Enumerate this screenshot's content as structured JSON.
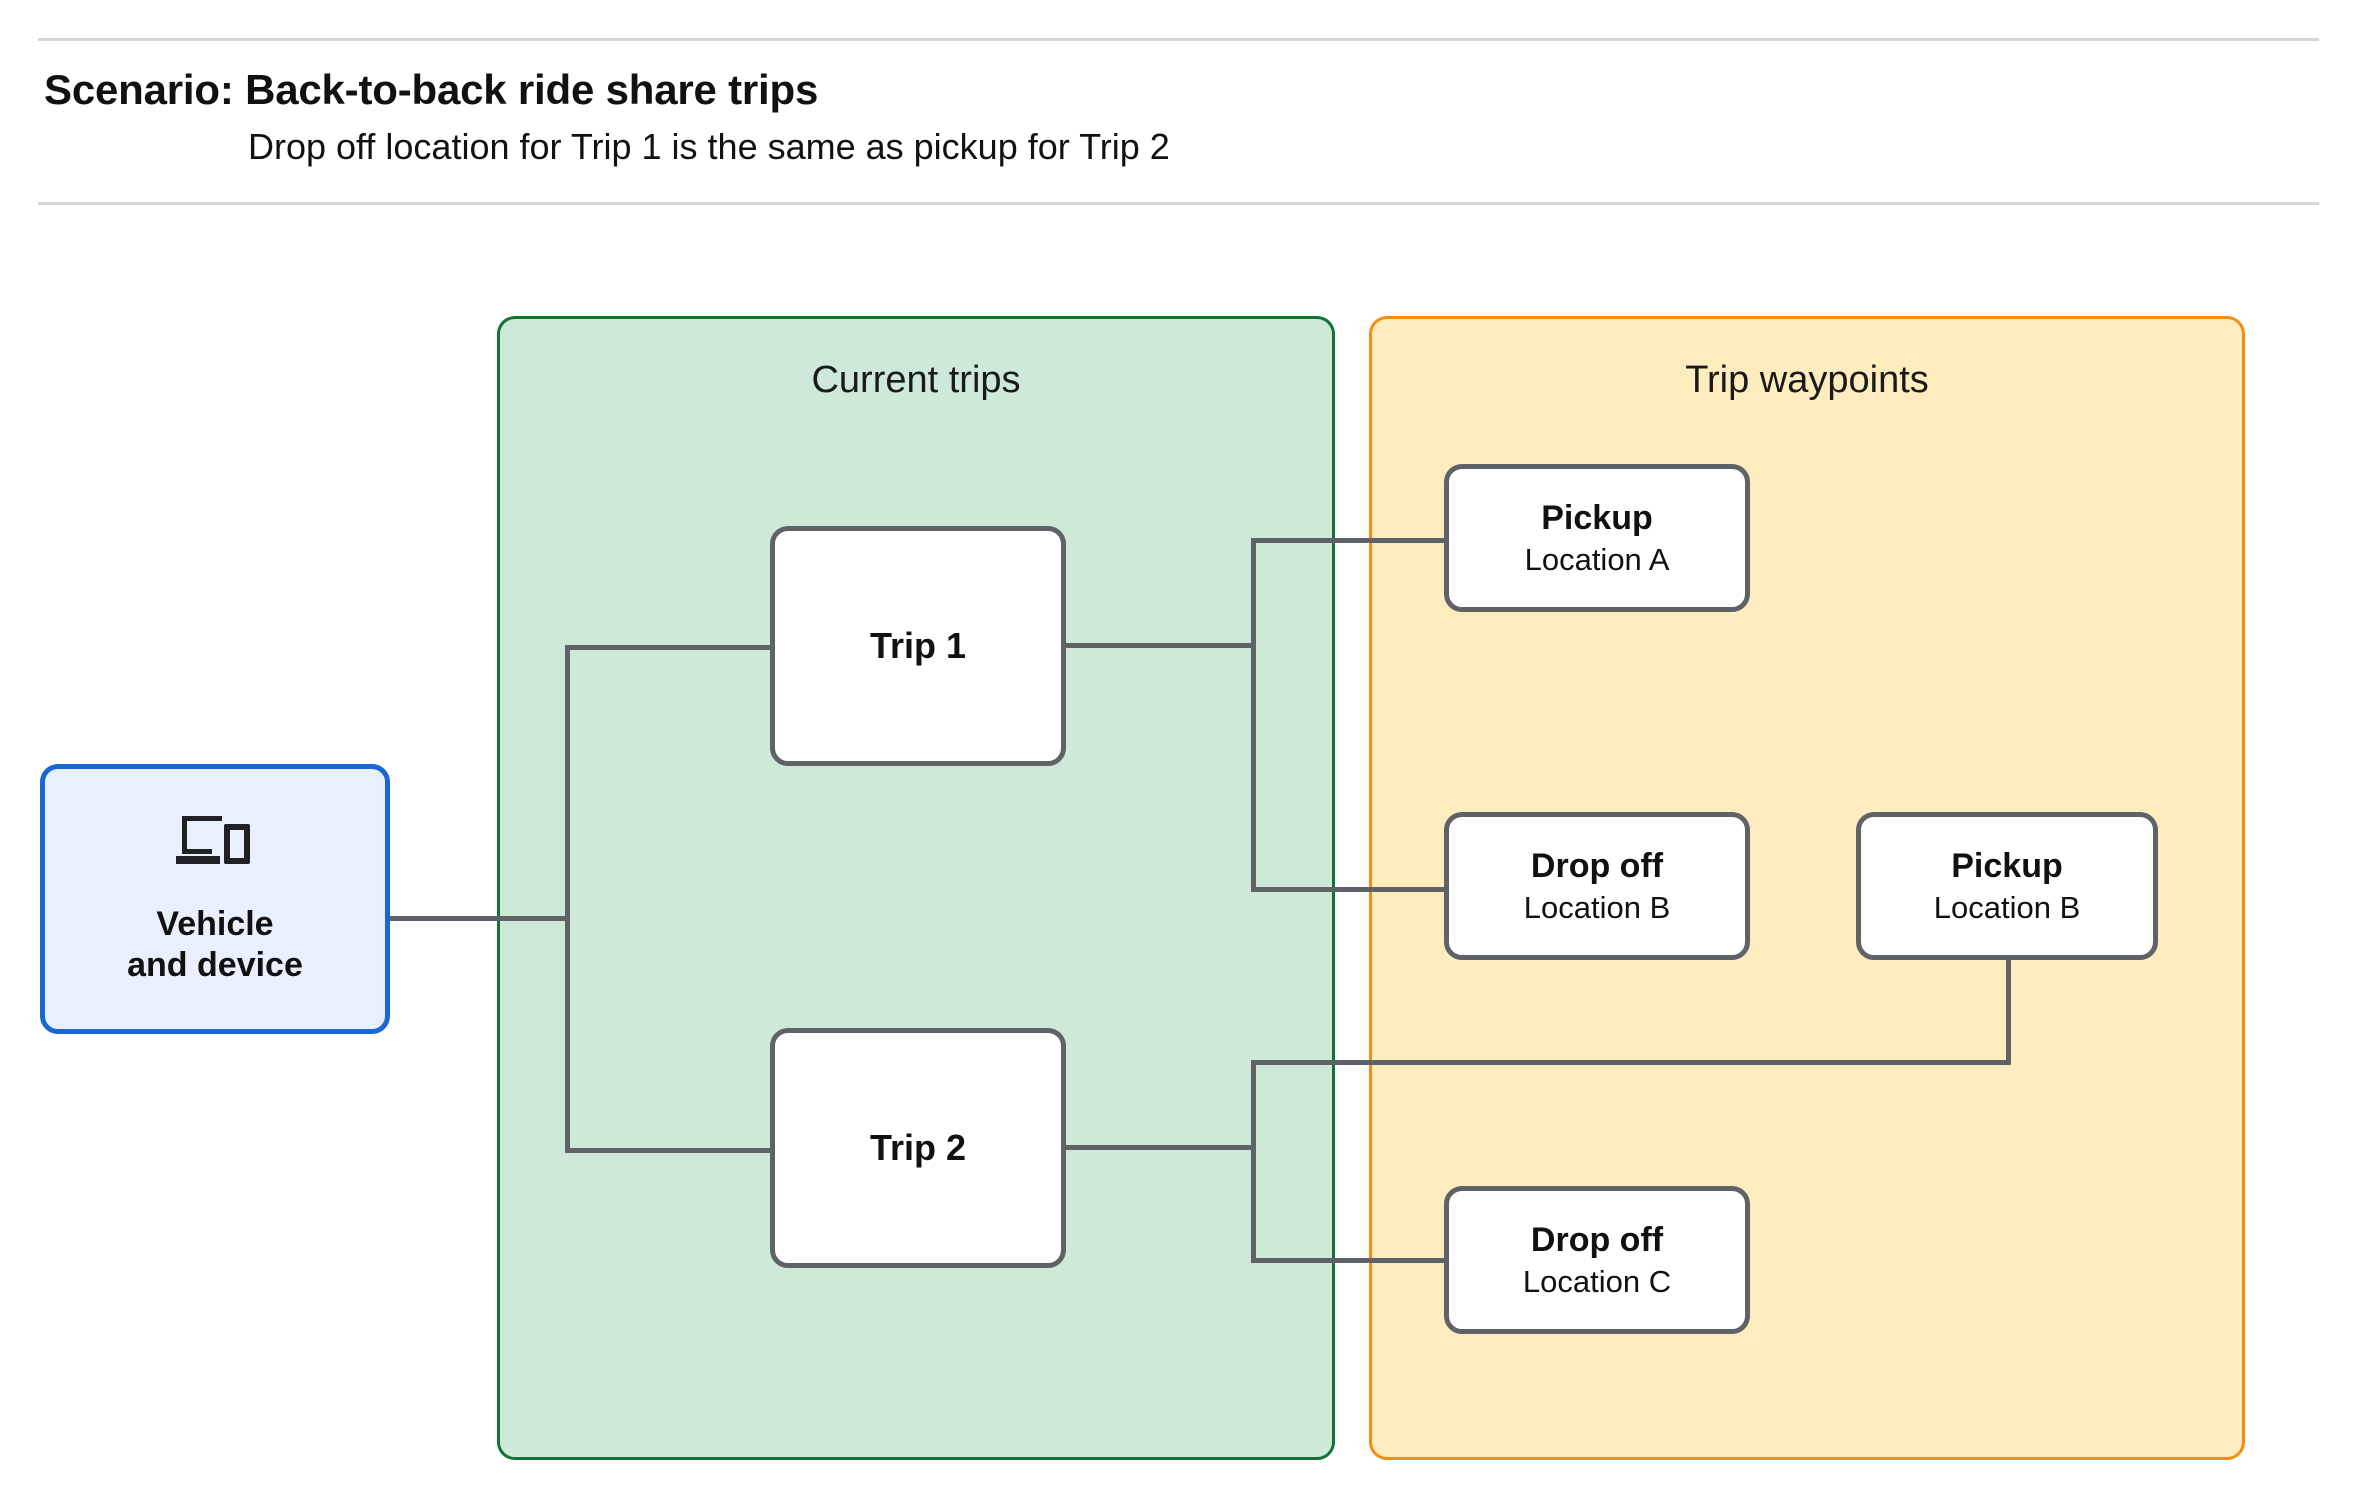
{
  "header": {
    "title": "Scenario: Back-to-back ride share trips",
    "subtitle": "Drop off  location for Trip 1 is the same as pickup for Trip 2"
  },
  "groups": {
    "current_trips": {
      "title": "Current trips",
      "fill": "#cee9d7",
      "border": "#137333"
    },
    "trip_waypoints": {
      "title": "Trip waypoints",
      "fill": "#fcecbe",
      "border": "#f38e12"
    }
  },
  "vehicle": {
    "icon": "devices-icon",
    "label": "Vehicle\nand device",
    "fill": "#e8f0fe",
    "border": "#1967d2"
  },
  "trips": [
    {
      "label": "Trip 1"
    },
    {
      "label": "Trip 2"
    }
  ],
  "waypoints": [
    {
      "id": "pickup-a",
      "title": "Pickup",
      "location": "Location A"
    },
    {
      "id": "dropoff-b",
      "title": "Drop off",
      "location": "Location B"
    },
    {
      "id": "pickup-b",
      "title": "Pickup",
      "location": "Location B"
    },
    {
      "id": "dropoff-c",
      "title": "Drop off",
      "location": "Location C"
    }
  ],
  "colors": {
    "connector": "#5f6368",
    "node_border": "#5f6368",
    "separator": "#d6d6d6",
    "text": "#111111"
  }
}
